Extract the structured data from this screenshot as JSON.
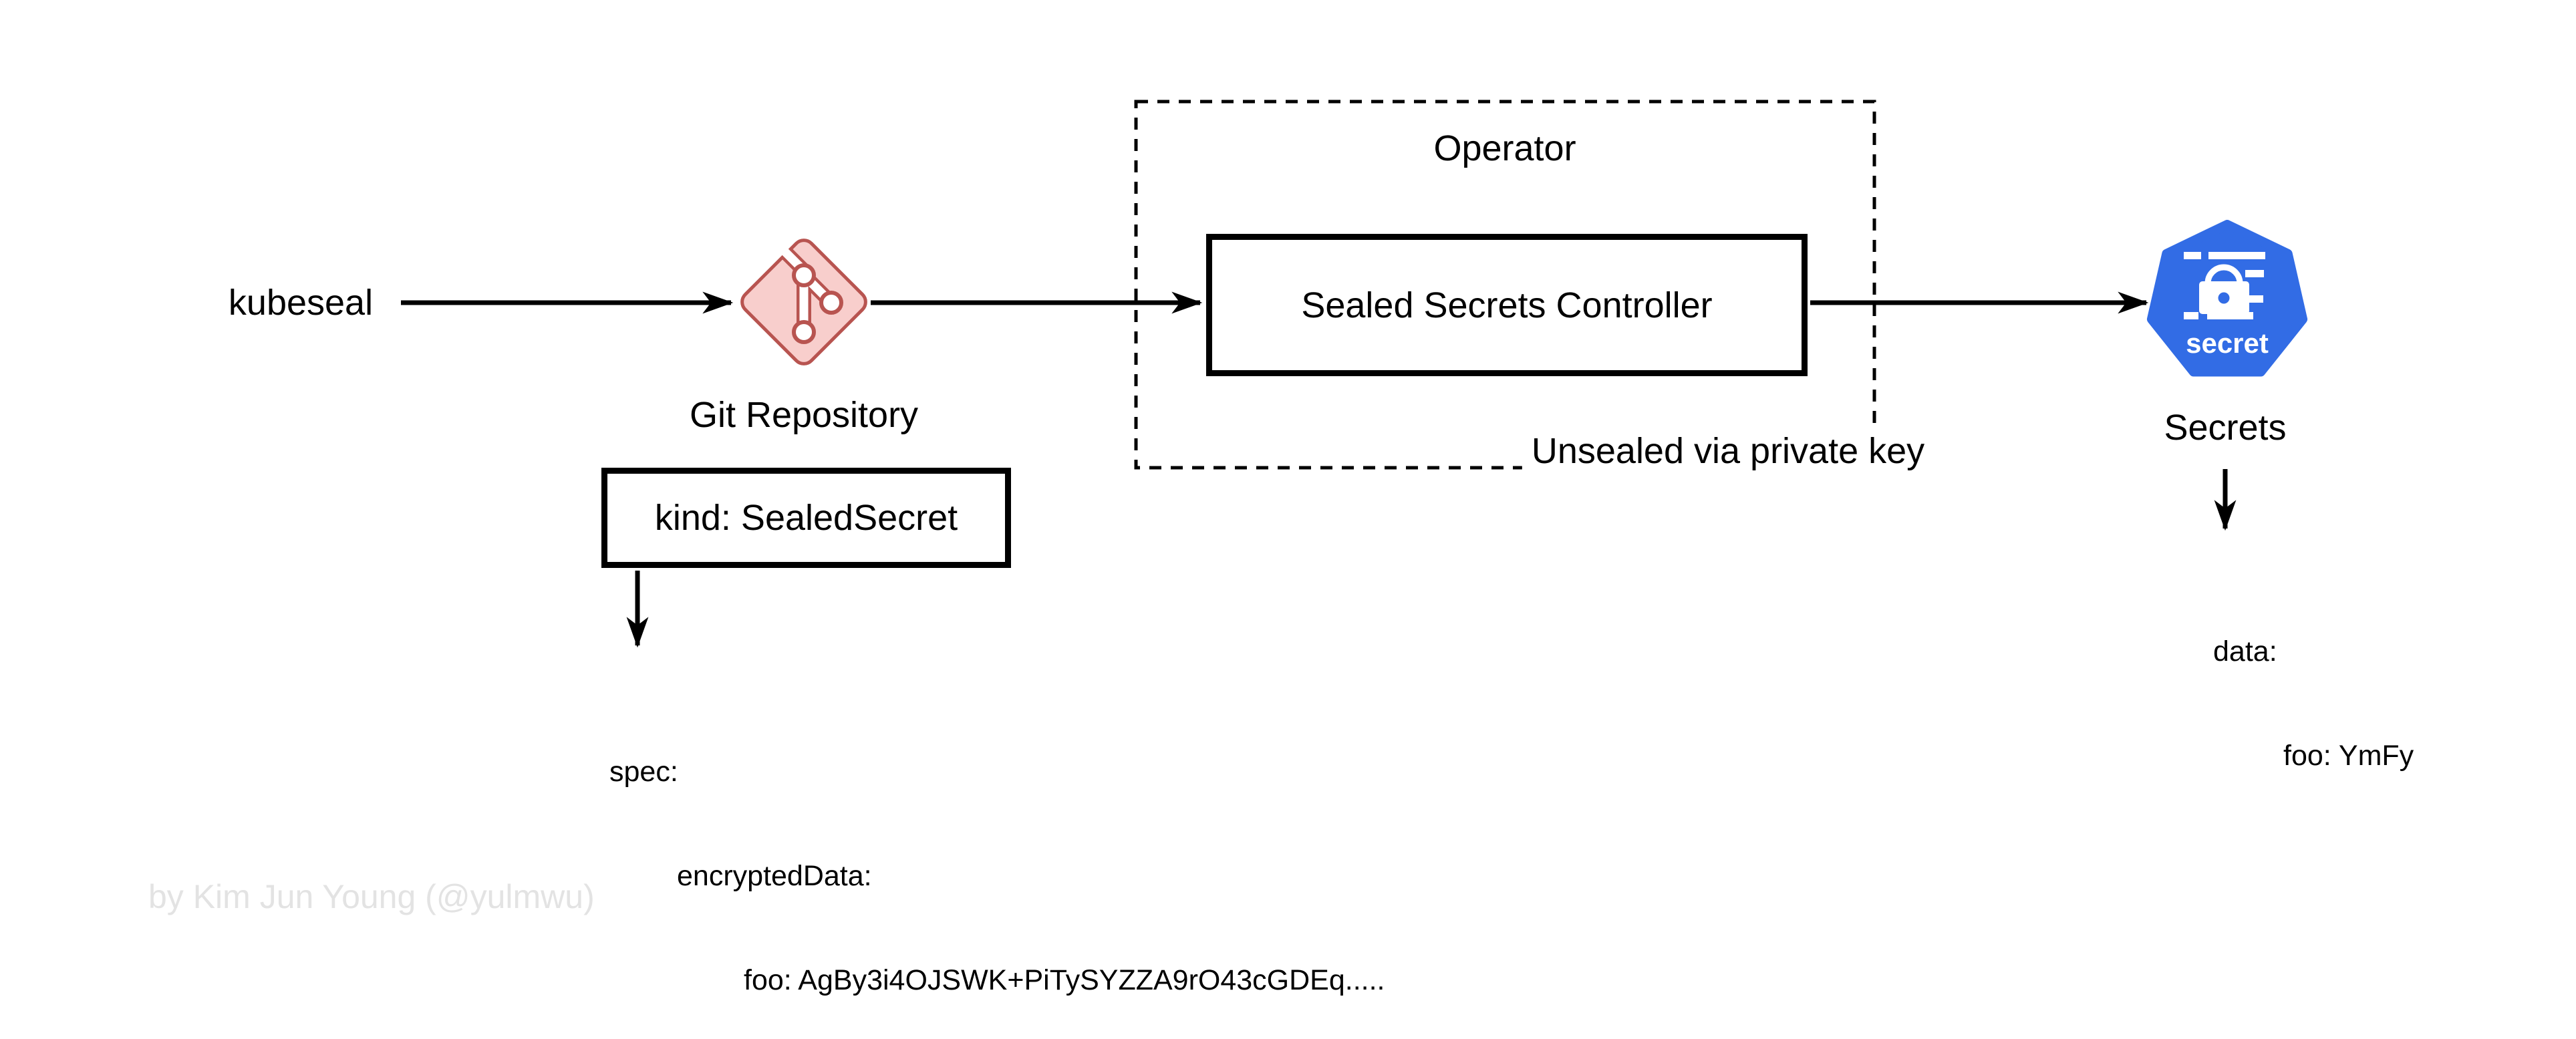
{
  "diagram": {
    "kubeseal_label": "kubeseal",
    "git_repository_label": "Git Repository",
    "operator_label": "Operator",
    "controller_label": "Sealed Secrets Controller",
    "unsealed_note": "Unsealed via private key",
    "secrets_label": "Secrets",
    "secret_icon_text": "secret",
    "sealed_secret_kind": "kind: SealedSecret"
  },
  "yaml": {
    "sealed_secret": {
      "lines": [
        "spec:",
        "encryptedData:",
        "foo: AgBy3i4OJSWK+PiTySYZZA9rO43cGDEq....."
      ]
    },
    "secret": {
      "lines": [
        "data:",
        "foo: YmFy"
      ]
    }
  },
  "watermark": "by Kim Jun Young (@yulmwu)",
  "colors": {
    "line": "#000000",
    "git_icon_fill": "#F8CECC",
    "git_icon_stroke": "#B85450",
    "kubernetes_blue": "#326CE5",
    "watermark_gray": "#E3E3E3"
  }
}
